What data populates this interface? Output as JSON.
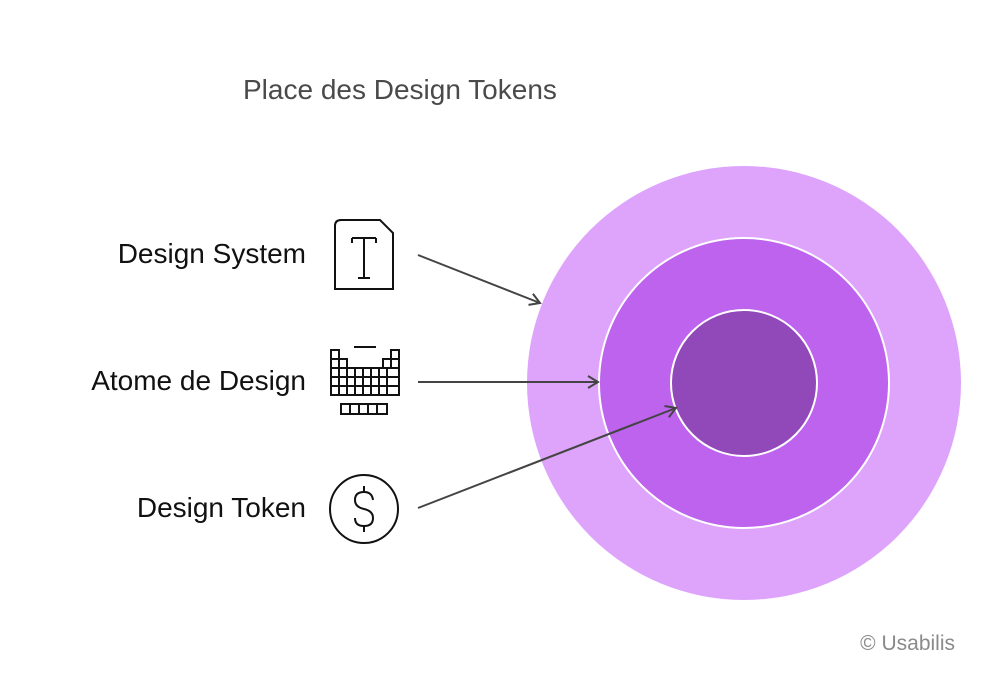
{
  "title": "Place des Design Tokens",
  "layers": [
    {
      "label": "Design System",
      "icon": "document-text-icon",
      "target": "outer-ring"
    },
    {
      "label": "Atome de Design",
      "icon": "periodic-table-icon",
      "target": "middle-ring"
    },
    {
      "label": "Design Token",
      "icon": "dollar-coin-icon",
      "target": "inner-circle"
    }
  ],
  "copyright": "© Usabilis",
  "colors": {
    "outer": "#dea4fb",
    "middle": "#bd63ed",
    "inner": "#9149b9",
    "ring_border": "#ffffff",
    "stroke": "#111111",
    "arrow": "#444444"
  }
}
